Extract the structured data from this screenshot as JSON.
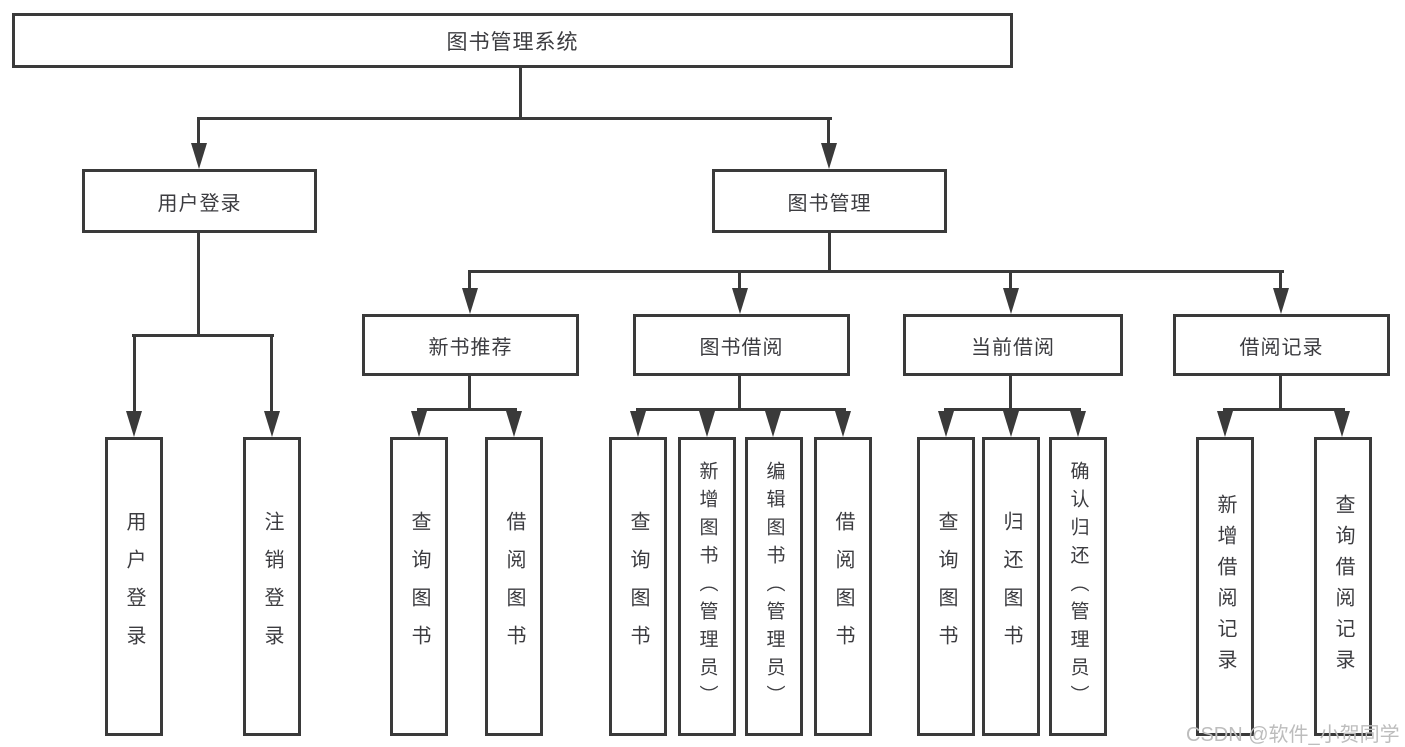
{
  "tree": {
    "label": "图书管理系统",
    "children": [
      {
        "label": "用户登录",
        "children": [
          {
            "label": "用户登录"
          },
          {
            "label": "注销登录"
          }
        ]
      },
      {
        "label": "图书管理",
        "children": [
          {
            "label": "新书推荐",
            "children": [
              {
                "label": "查询图书"
              },
              {
                "label": "借阅图书"
              }
            ]
          },
          {
            "label": "图书借阅",
            "children": [
              {
                "label": "查询图书"
              },
              {
                "label": "新增图书（管理员）"
              },
              {
                "label": "编辑图书（管理员）"
              },
              {
                "label": "借阅图书"
              }
            ]
          },
          {
            "label": "当前借阅",
            "children": [
              {
                "label": "查询图书"
              },
              {
                "label": "归还图书"
              },
              {
                "label": "确认归还（管理员）"
              }
            ]
          },
          {
            "label": "借阅记录",
            "children": [
              {
                "label": "新增借阅记录"
              },
              {
                "label": "查询借阅记录"
              }
            ]
          }
        ]
      }
    ]
  },
  "watermark": "CSDN @软件_小贺同学",
  "colors": {
    "line": "#3a3a3a",
    "text": "#3c3c40",
    "watermark": "#bdbdbd",
    "background": "#ffffff"
  }
}
